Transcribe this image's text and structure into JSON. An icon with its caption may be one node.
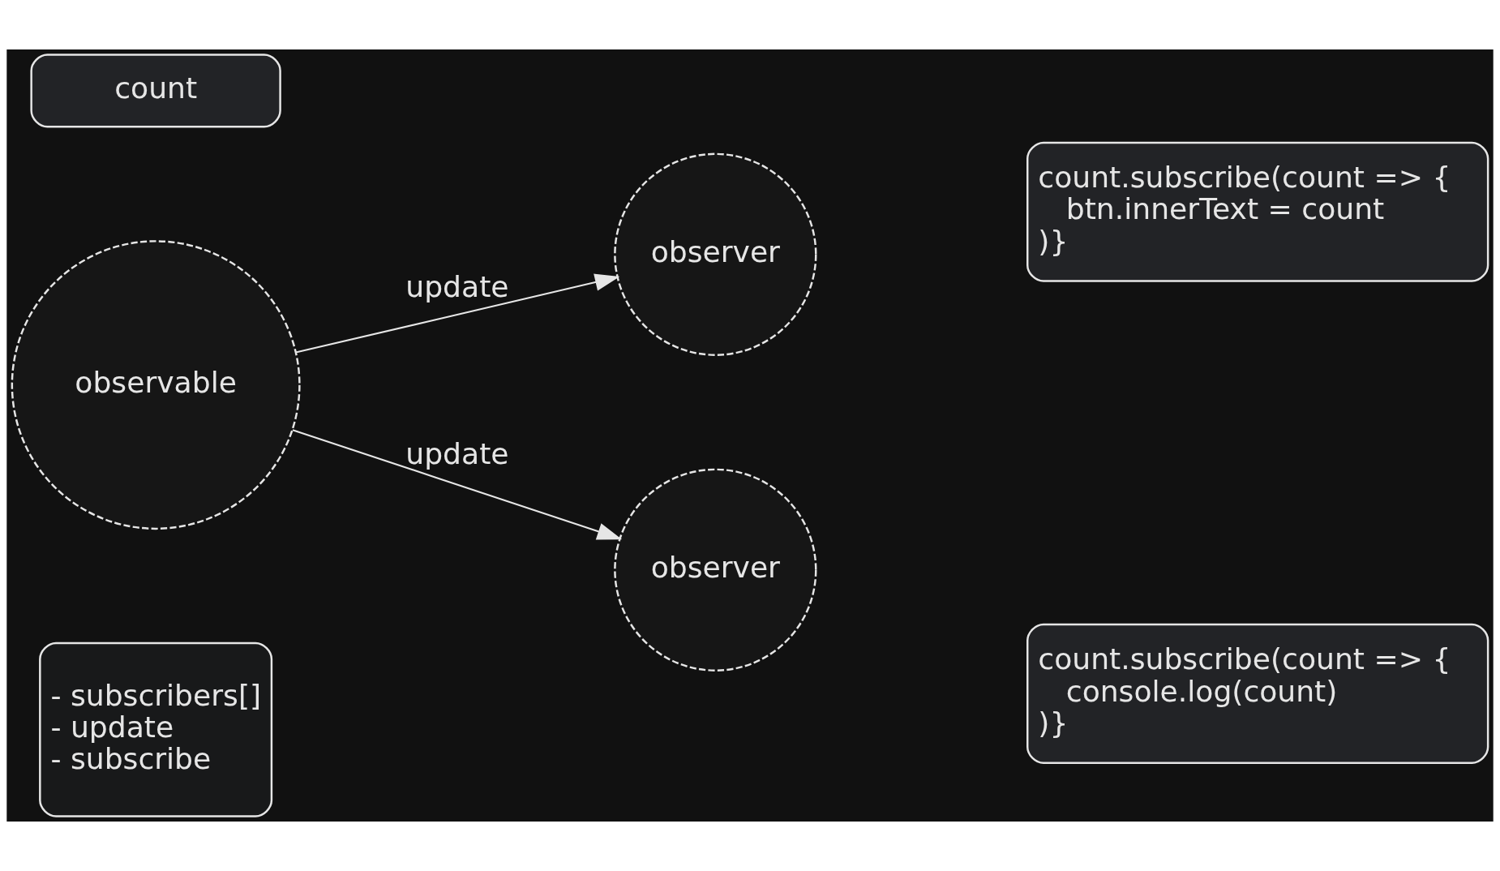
{
  "diagram": {
    "nodes": [
      {
        "text": [
          "count"
        ]
      },
      {
        "text": [
          "observable"
        ]
      },
      {
        "text": [
          "- subscribers[]",
          "- update",
          "- subscribe"
        ]
      },
      {
        "text": [
          "observer"
        ]
      },
      {
        "text": [
          "count.subscribe(count => {",
          "btn.innerText = count",
          ")}"
        ]
      },
      {
        "text": [
          "observer"
        ]
      },
      {
        "text": [
          "count.subscribe(count => {",
          "console.log(count)",
          ")}"
        ]
      }
    ],
    "edges": [
      {
        "from": 1,
        "to": 3,
        "arrow": "to",
        "label": "update"
      },
      {
        "from": 1,
        "to": 5,
        "arrow": "to",
        "label": "update"
      }
    ]
  }
}
